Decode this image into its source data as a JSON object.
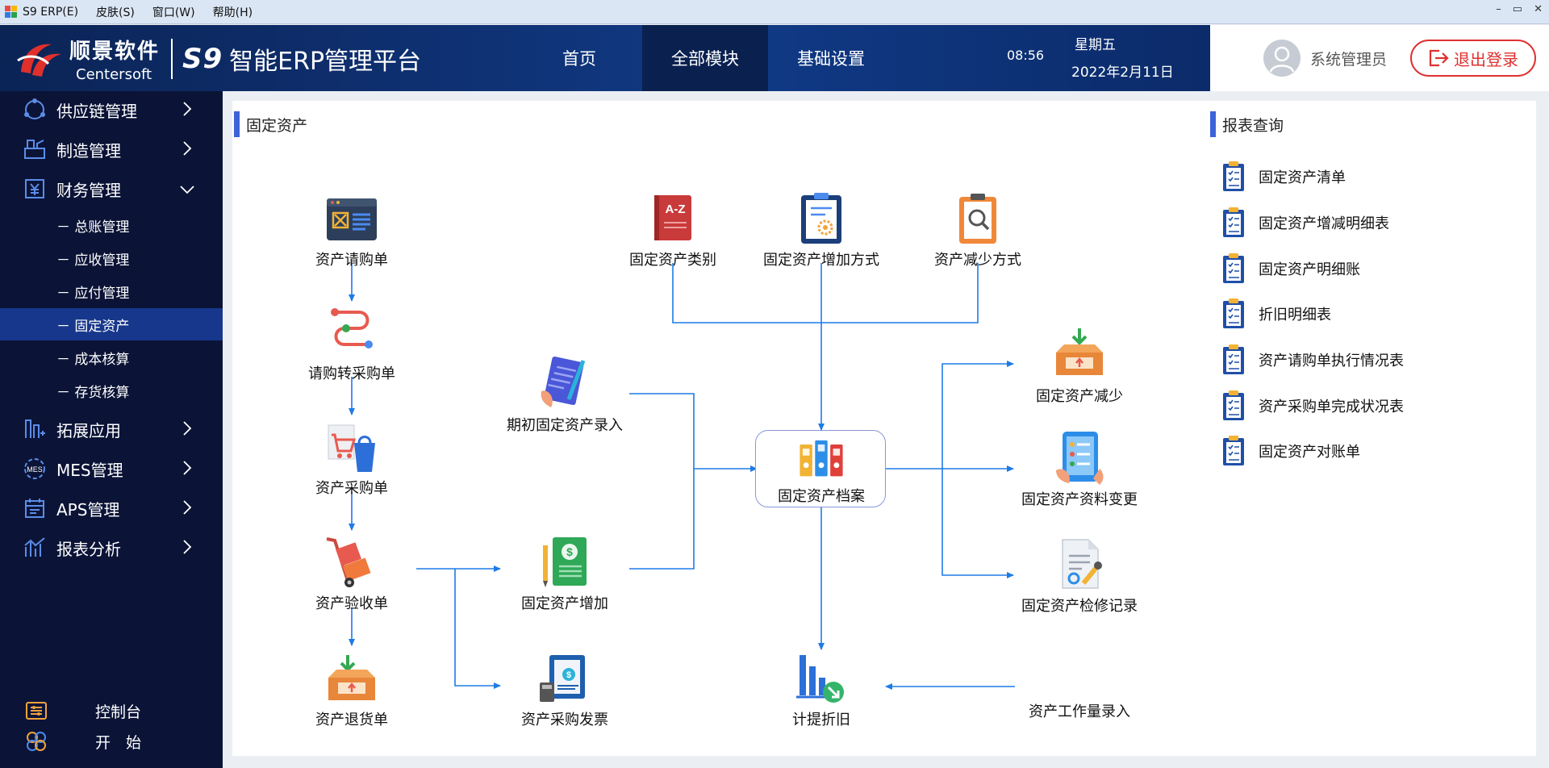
{
  "menubar": {
    "items": [
      "S9 ERP(E)",
      "皮肤(S)",
      "窗口(W)",
      "帮助(H)"
    ],
    "controls": [
      "–",
      "▭",
      "✕"
    ]
  },
  "header": {
    "brand_cn": "顺景软件",
    "brand_en": "Centersoft",
    "product": "S9",
    "platform": "智能ERP管理平台",
    "tabs": [
      "首页",
      "全部模块",
      "基础设置"
    ],
    "active_tab": "全部模块",
    "time": "08:56",
    "weekday": "星期五",
    "date": "2022年2月11日",
    "user": "系统管理员",
    "logout": "退出登录"
  },
  "sidebar": {
    "items": [
      {
        "label": "供应链管理",
        "icon": "supply-chain-icon",
        "expanded": false
      },
      {
        "label": "制造管理",
        "icon": "manufacturing-icon",
        "expanded": false
      },
      {
        "label": "财务管理",
        "icon": "finance-icon",
        "expanded": true
      },
      {
        "label": "拓展应用",
        "icon": "extension-icon",
        "expanded": false
      },
      {
        "label": "MES管理",
        "icon": "mes-icon",
        "expanded": false
      },
      {
        "label": "APS管理",
        "icon": "aps-icon",
        "expanded": false
      },
      {
        "label": "报表分析",
        "icon": "report-analysis-icon",
        "expanded": false
      }
    ],
    "finance_sub": [
      "－ 总账管理",
      "－ 应收管理",
      "－ 应付管理",
      "－ 固定资产",
      "－ 成本核算",
      "－ 存货核算"
    ],
    "active_sub": "－ 固定资产",
    "bottom": [
      {
        "label": "控制台",
        "icon": "console-icon"
      },
      {
        "label": "开　始",
        "icon": "start-icon"
      }
    ]
  },
  "main": {
    "section_title": "固定资产",
    "report_title": "报表查询",
    "nodes": {
      "purchase_request": "资产请购单",
      "request_to_order": "请购转采购单",
      "purchase_order": "资产采购单",
      "acceptance": "资产验收单",
      "return": "资产退货单",
      "initial_entry": "期初固定资产录入",
      "asset_increase": "固定资产增加",
      "purchase_invoice": "资产采购发票",
      "category": "固定资产类别",
      "increase_method": "固定资产增加方式",
      "decrease_method": "资产减少方式",
      "archive": "固定资产档案",
      "depreciation": "计提折旧",
      "asset_decrease": "固定资产减少",
      "asset_change": "固定资产资料变更",
      "maintenance": "固定资产检修记录",
      "workload_entry": "资产工作量录入"
    },
    "reports": [
      "固定资产清单",
      "固定资产增减明细表",
      "固定资产明细账",
      "折旧明细表",
      "资产请购单执行情况表",
      "资产采购单完成状况表",
      "固定资产对账单"
    ]
  },
  "colors": {
    "header_bg": "#0f3275",
    "sidebar_bg": "#0b1437",
    "sidebar_active": "#17378c",
    "accent_blue": "#3d63d8",
    "arrow_blue": "#1e7be6",
    "logout_red": "#e03030"
  }
}
